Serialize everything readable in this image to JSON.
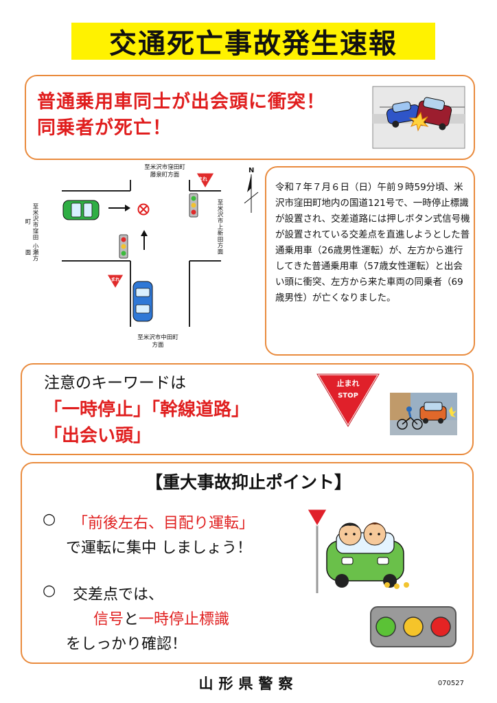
{
  "title": "交通死亡事故発生速報",
  "headline": {
    "line1": "普通乗用車同士が出会頭に衝突！",
    "line2": "同乗者が死亡！"
  },
  "map": {
    "north": "N",
    "top_label_1": "至米沢市窪田町",
    "top_label_2": "藤泉町方面",
    "left_label_1": "至米沢市窪田町",
    "left_label_2": "小瀬方面",
    "right_label_1": "至米沢市上新田",
    "right_label_2": "方面",
    "bottom_label_1": "至米沢市中田町",
    "bottom_label_2": "方面",
    "stop_sign_text": "止まれ"
  },
  "description": "令和７年７月６日（日）午前９時59分頃、米沢市窪田町地内の国道121号で、一時停止標識が設置され、交差道路には押しボタン式信号機が設置されている交差点を直進しようとした普通乗用車（26歳男性運転）が、左方から進行してきた普通乗用車（57歳女性運転）と出会い頭に衝突、左方から来た車両の同乗者（69歳男性）が亡くなりました。",
  "keywords": {
    "intro": "注意のキーワードは",
    "kw1": "「一時停止」「幹線道路」",
    "kw2": "「出会い頭」",
    "sign_text_1": "止まれ",
    "sign_text_2": "STOP"
  },
  "points": {
    "title": "【重大事故抑止ポイント】",
    "bullet": "○",
    "p1_red": "「前後左右、目配り運転」",
    "p1_black": "で運転に集中 しましょう！",
    "p2_line1": "交差点では、",
    "p2_red1": "信号",
    "p2_mid": "と",
    "p2_red2": "一時停止標識",
    "p2_line3": "をしっかり確認！"
  },
  "footer": "山形県警察",
  "code": "070527"
}
